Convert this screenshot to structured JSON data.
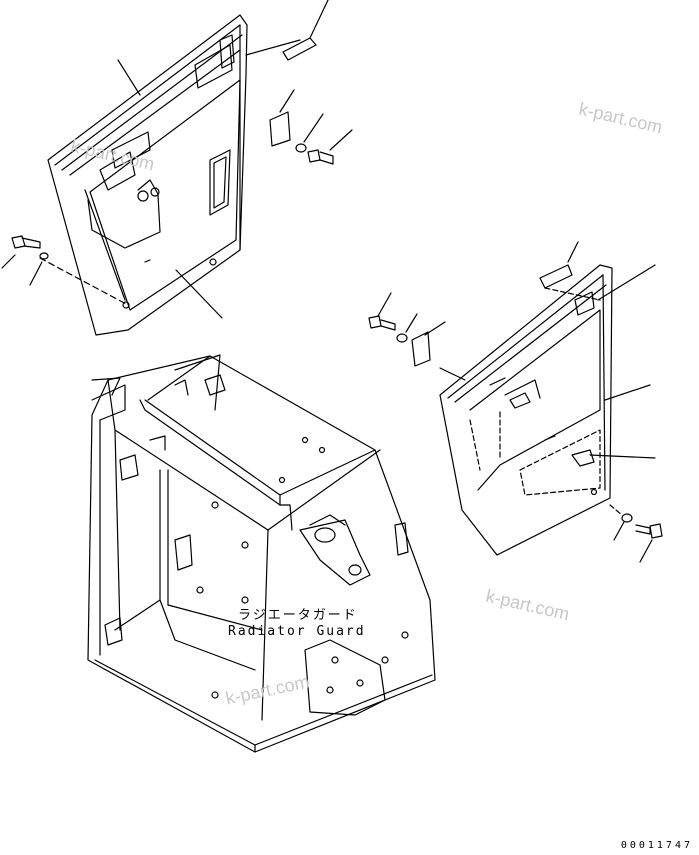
{
  "part_label_jp": "ラジエータガード",
  "part_label_en": "Radiator Guard",
  "watermark": "k-part.com",
  "document_id": "00011747"
}
